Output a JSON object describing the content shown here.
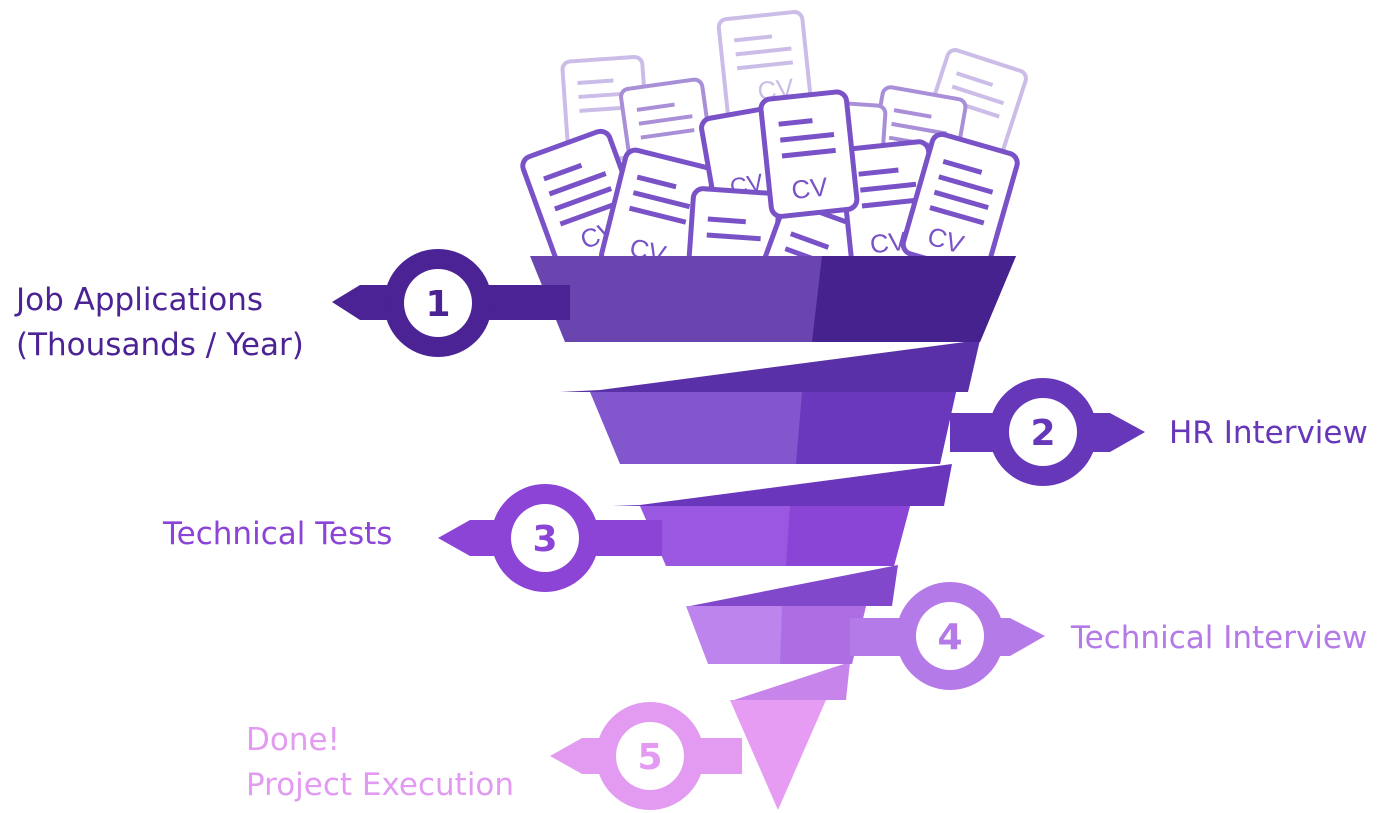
{
  "stages": [
    {
      "number": "1",
      "lines": [
        "Job Applications",
        "(Thousands / Year)"
      ],
      "color": "#4b2394"
    },
    {
      "number": "2",
      "lines": [
        "HR Interview"
      ],
      "color": "#6637b8"
    },
    {
      "number": "3",
      "lines": [
        "Technical Tests"
      ],
      "color": "#8b44d6"
    },
    {
      "number": "4",
      "lines": [
        "Technical Interview"
      ],
      "color": "#b47ae8"
    },
    {
      "number": "5",
      "lines": [
        "Done!",
        "Project Execution"
      ],
      "color": "#e39bf2"
    }
  ],
  "cv_text": "CV",
  "colors": {
    "bands": [
      "#4b2394",
      "#7744c8",
      "#8b44d6",
      "#b47ae8",
      "#e39bf2"
    ],
    "bands_dark": [
      "#3f1f82",
      "#6533b3",
      "#7a38c4",
      "#a468da",
      "#d88ae8"
    ],
    "cv_stroke": "#7a52c8",
    "cv_faded": "#c6b6e6"
  }
}
